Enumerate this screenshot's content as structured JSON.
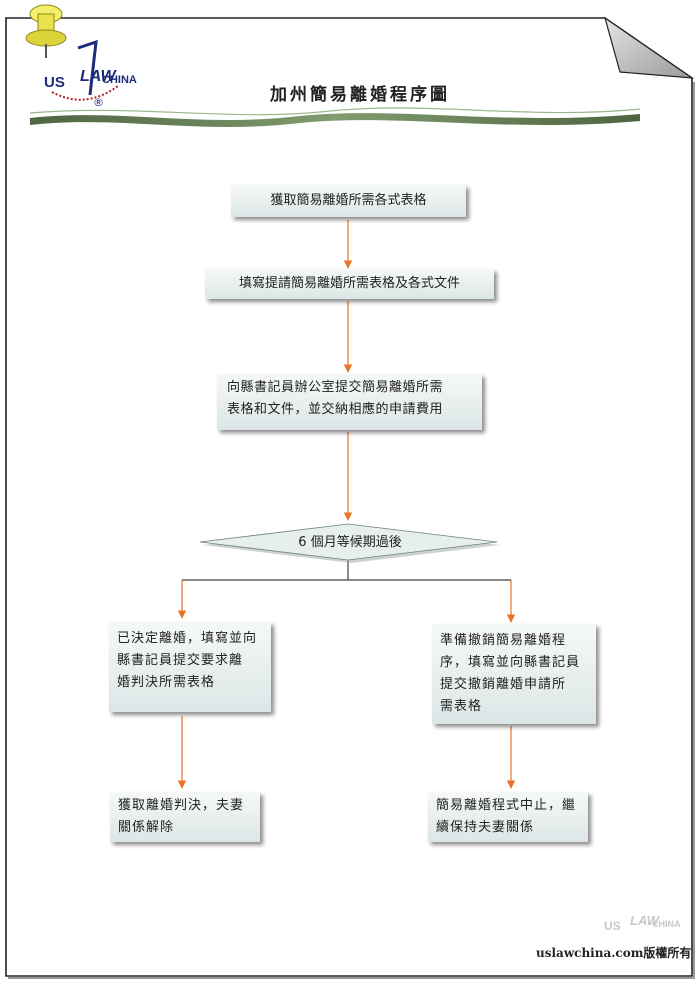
{
  "title": "加州簡易離婚程序圖",
  "logo_text": "USLAWCHINA",
  "logo_parts": {
    "us": "US",
    "law": "LAW",
    "china": "CHINA",
    "reg": "®"
  },
  "footer": "uslawchina.com版權所有",
  "steps": {
    "obtain_forms": "獲取簡易離婚所需各式表格",
    "fill_forms": "填寫提請簡易離婚所需表格及各式文件",
    "submit": [
      "向縣書記員辦公室提交簡易離婚所需",
      "表格和文件，並交納相應的申請費用"
    ],
    "wait": "6 個月等候期過後",
    "left_decide": [
      "已決定離婚，填寫並向",
      "縣書記員提交要求離",
      "婚判決所需表格"
    ],
    "right_revoke": [
      "準備撤銷簡易離婚程",
      "序，填寫並向縣書記員",
      "提交撤銷離婚申請所",
      "需表格"
    ],
    "left_result": [
      "獲取離婚判決，夫妻",
      "關係解除"
    ],
    "right_result": [
      "簡易離婚程式中止，繼",
      "續保持夫妻關係"
    ]
  },
  "colors": {
    "arrow": "#e8722a",
    "line": "#444444",
    "box_top": "#f6f8f8",
    "box_bottom": "#dce6e6"
  }
}
